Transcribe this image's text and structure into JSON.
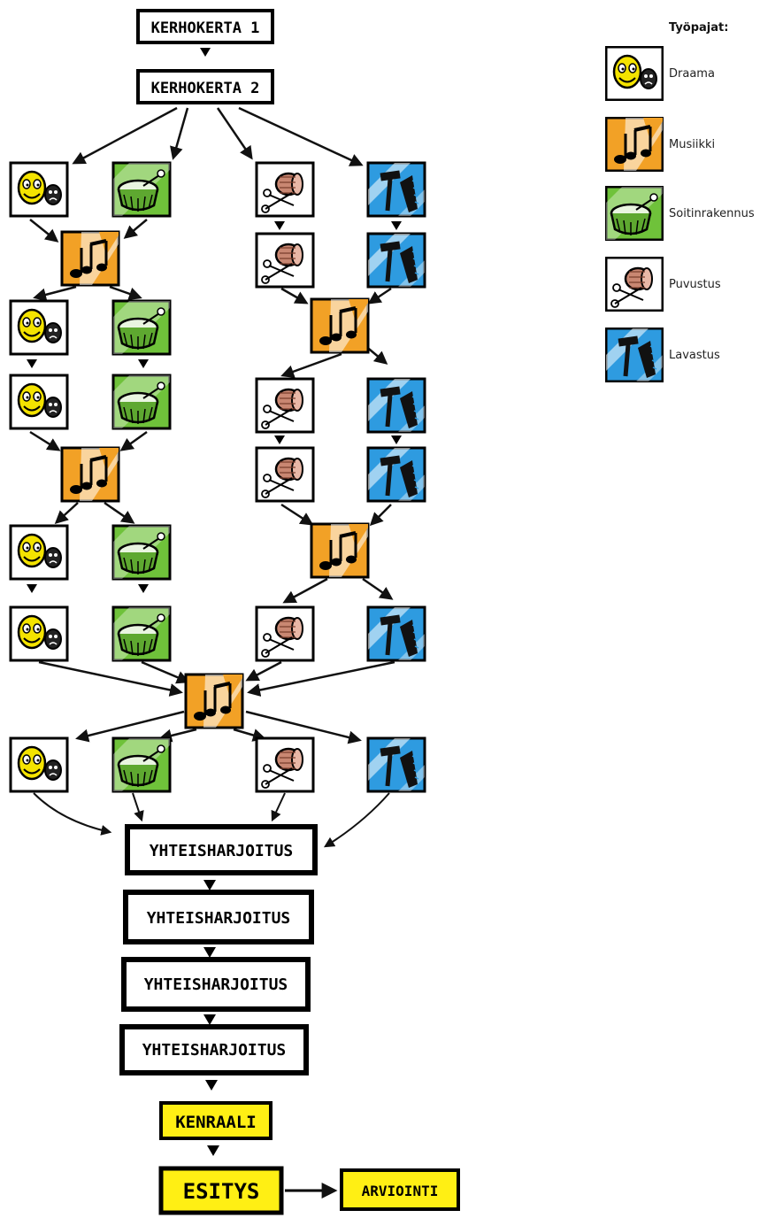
{
  "stages": {
    "kerho1": "KERHOKERTA 1",
    "kerho2": "KERHOKERTA 2",
    "yhteis": "YHTEISHARJOITUS",
    "kenraali": "KENRAALI",
    "esitys": "ESITYS",
    "arviointi": "ARVIOINTI"
  },
  "legend": {
    "title": "Työpajat:",
    "items": [
      {
        "key": "draama",
        "label": "Draama"
      },
      {
        "key": "musiikki",
        "label": "Musiikki"
      },
      {
        "key": "soitin",
        "label": "Soitinrakennus"
      },
      {
        "key": "puvustus",
        "label": "Puvustus"
      },
      {
        "key": "lavastus",
        "label": "Lavastus"
      }
    ]
  },
  "colors": {
    "draama": "#ffffff",
    "draama_mask": "#f4e300",
    "musiikki": "#f2a126",
    "soitin": "#6fc23a",
    "puvustus": "#ffffff",
    "puvustus_spool": "#c98772",
    "lavastus": "#2e9be0",
    "highlight": "#ffef14",
    "ink": "#000000"
  }
}
